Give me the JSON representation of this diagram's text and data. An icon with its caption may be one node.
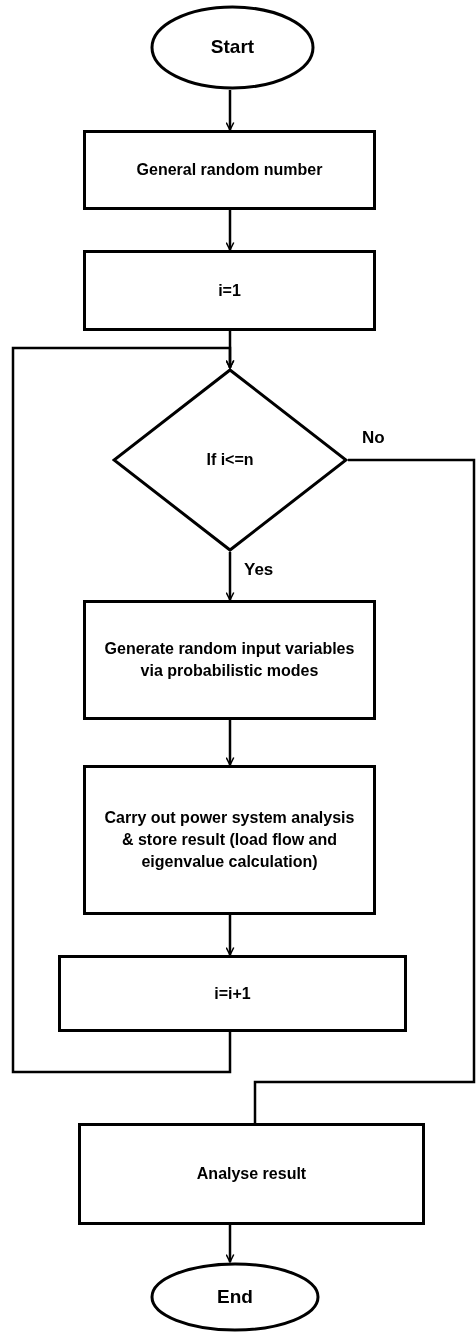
{
  "diagram": {
    "nodes": [
      {
        "text": [
          "Start"
        ]
      },
      {
        "text": [
          "General random number"
        ]
      },
      {
        "text": [
          "i=1"
        ]
      },
      {
        "text": [
          "If i<=n"
        ]
      },
      {
        "text": [
          "Generate random input variables via probabilistic modes"
        ]
      },
      {
        "text": [
          "Carry out power system analysis & store result (load flow and eigenvalue calculation)"
        ]
      },
      {
        "text": [
          "i=i+1"
        ]
      },
      {
        "text": [
          "Analyse result"
        ]
      },
      {
        "text": [
          "End"
        ]
      }
    ],
    "edges": [
      {
        "from": 0,
        "to": 1,
        "arrow": "to"
      },
      {
        "from": 1,
        "to": 2,
        "arrow": "to"
      },
      {
        "from": 2,
        "to": 3,
        "arrow": "to"
      },
      {
        "from": 3,
        "to": 4,
        "arrow": "to",
        "label": "Yes"
      },
      {
        "from": 3,
        "to": 7,
        "arrow": "none",
        "label": "No"
      },
      {
        "from": 4,
        "to": 5,
        "arrow": "to"
      },
      {
        "from": 5,
        "to": 6,
        "arrow": "to"
      },
      {
        "from": 6,
        "to": 3,
        "arrow": "to"
      },
      {
        "from": 7,
        "to": 8,
        "arrow": "to"
      }
    ]
  }
}
